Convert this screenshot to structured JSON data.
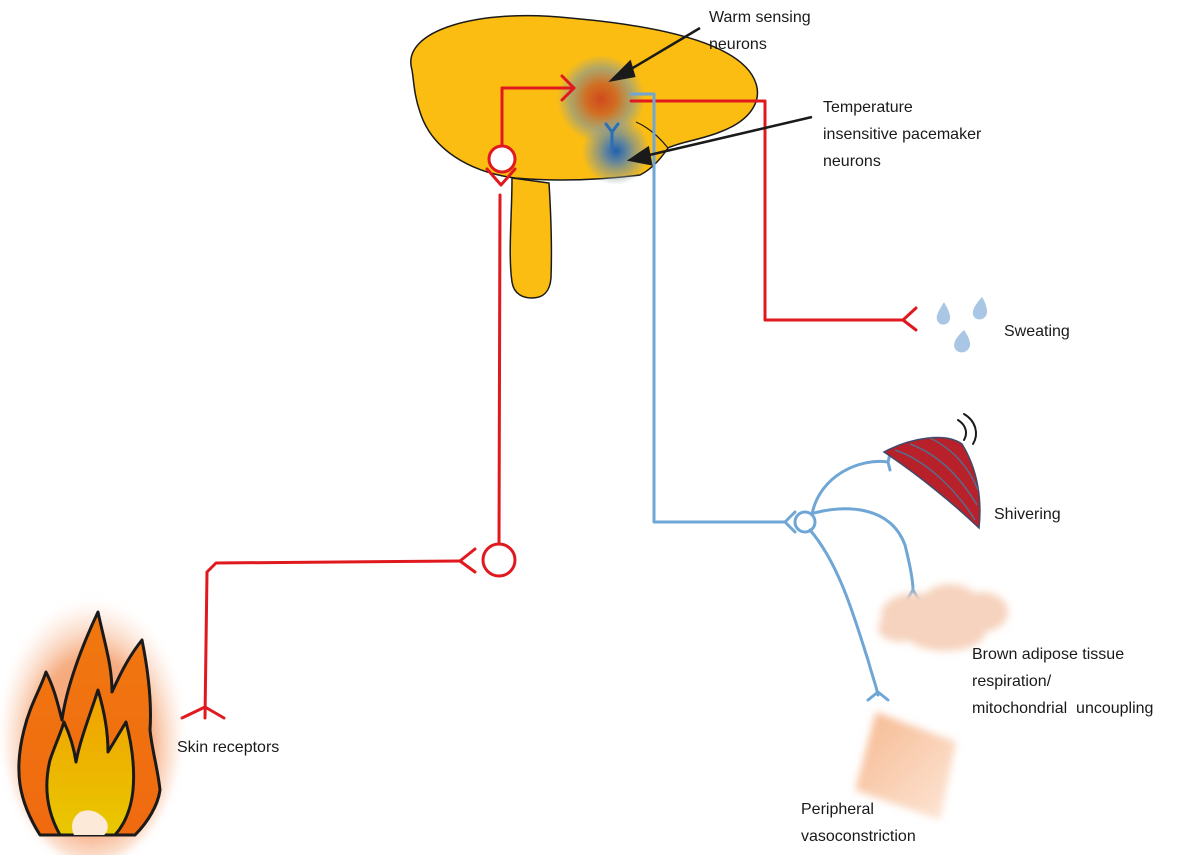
{
  "labels": {
    "warm_sensing": [
      "Warm sensing",
      "neurons"
    ],
    "pacemaker": [
      "Temperature",
      "insensitive pacemaker",
      "neurons"
    ],
    "sweating": "Sweating",
    "shivering": "Shivering",
    "brown_adipose": [
      "Brown adipose tissue",
      "respiration/",
      "mitochondrial  uncoupling"
    ],
    "skin_receptors": "Skin receptors",
    "vasoconstriction": [
      "Peripheral",
      "vasoconstriction"
    ]
  },
  "colors": {
    "warm_pathway": "#e0191f",
    "cold_pathway": "#6fa6d6",
    "brain": "#fbbd11",
    "warm_neuron": "#d44a1e",
    "pacemaker_neuron": "#2a6fb8",
    "flame_outer": "#f26d12",
    "flame_inner": "#f2a800",
    "muscle": "#b8202a",
    "sweat_drop": "#a9c6e4",
    "adipose": "#f6d3be",
    "skin_patch": "#f7c6a3"
  },
  "icons": [
    "brain-icon",
    "flame-icon",
    "sweat-drops-icon",
    "muscle-icon",
    "adipose-tissue-icon",
    "skin-patch-icon"
  ]
}
